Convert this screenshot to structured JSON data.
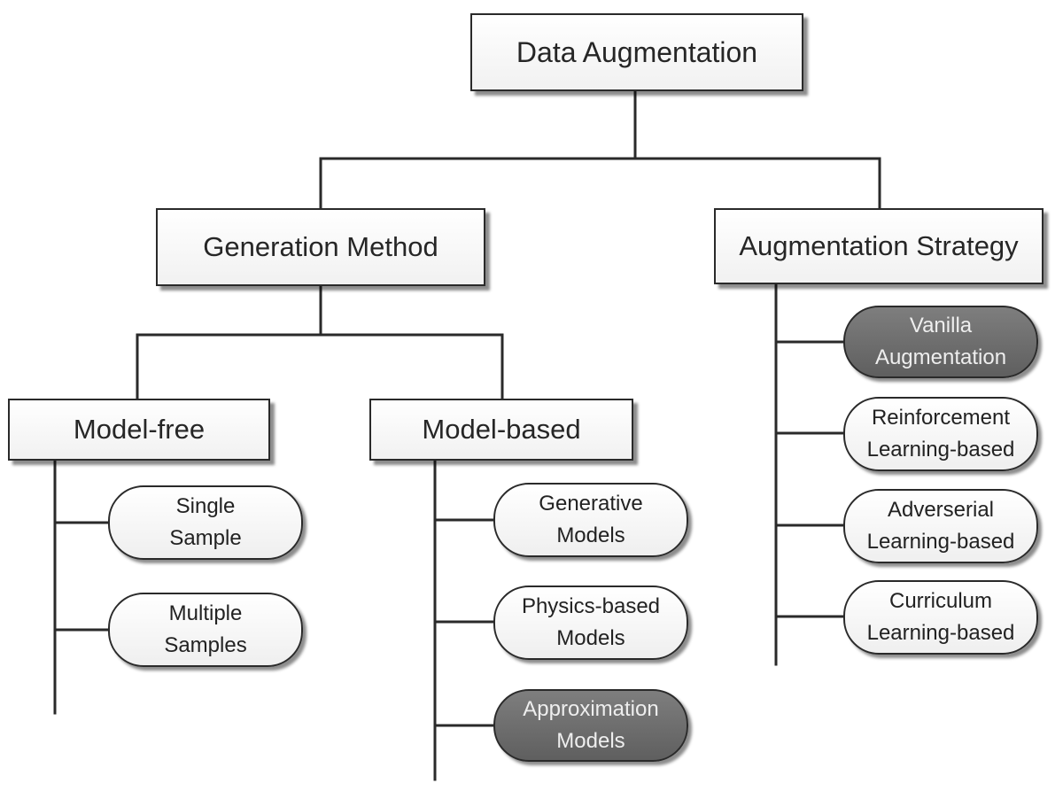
{
  "diagram": {
    "root": "Data Augmentation",
    "branches": {
      "generation_method": "Generation Method",
      "augmentation_strategy": "Augmentation Strategy"
    },
    "subbranches": {
      "model_free": "Model-free",
      "model_based": "Model-based"
    },
    "model_free_items": [
      {
        "line1": "Single",
        "line2": "Sample"
      },
      {
        "line1": "Multiple",
        "line2": "Samples"
      }
    ],
    "model_based_items": [
      {
        "line1": "Generative",
        "line2": "Models"
      },
      {
        "line1": "Physics-based",
        "line2": "Models"
      },
      {
        "line1": "Approximation",
        "line2": "Models"
      }
    ],
    "strategy_items": [
      {
        "line1": "Vanilla",
        "line2": "Augmentation"
      },
      {
        "line1": "Reinforcement",
        "line2": "Learning-based"
      },
      {
        "line1": "Adverserial",
        "line2": "Learning-based"
      },
      {
        "line1": "Curriculum",
        "line2": "Learning-based"
      }
    ],
    "colors": {
      "line": "#2a2a2a",
      "highlight_fill": "#6b6b6b",
      "box_fill": "#ffffff"
    }
  }
}
